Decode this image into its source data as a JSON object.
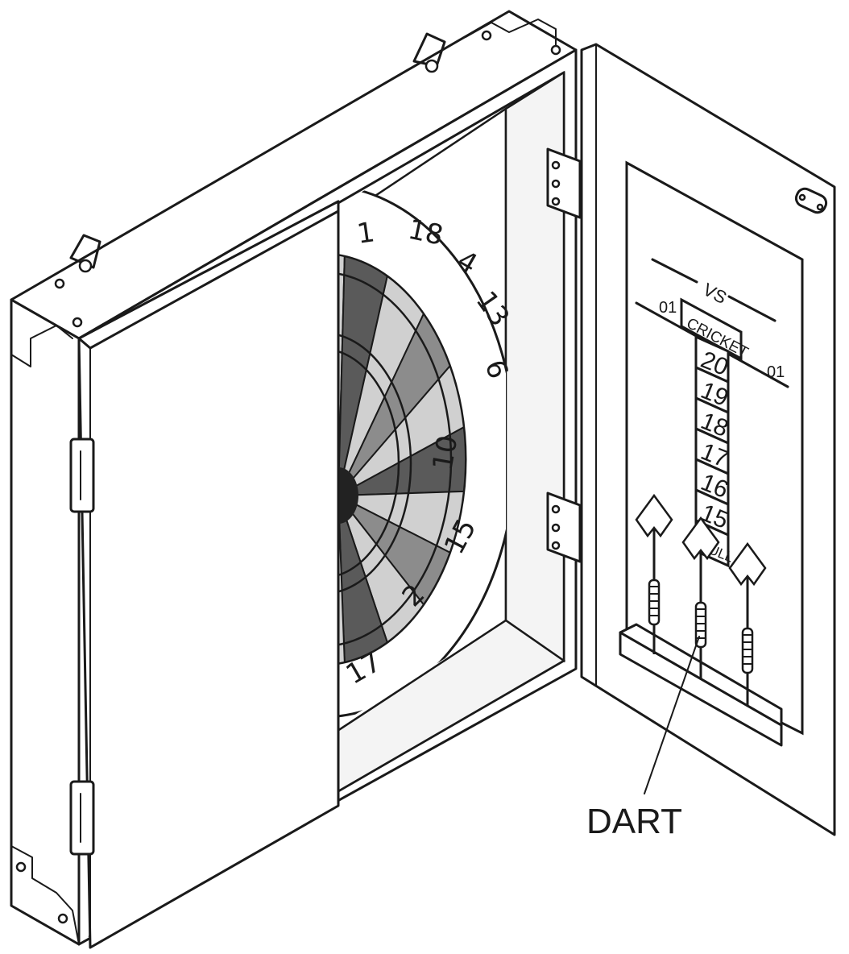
{
  "dartboard_numbers": [
    "1",
    "18",
    "4",
    "13",
    "6",
    "10",
    "15",
    "2",
    "17"
  ],
  "scoreboard": {
    "vs": "VS",
    "left_label": "01",
    "right_label": "01",
    "cricket": "CRICKET",
    "rows": [
      "20",
      "19",
      "18",
      "17",
      "16",
      "15",
      "BULL"
    ]
  },
  "callout_label": "DART",
  "colors": {
    "line": "#1a1a1a",
    "background": "#ffffff",
    "segment_dark": "#5a5a5a",
    "segment_mid": "#8c8c8c",
    "segment_light": "#d0d0d0"
  }
}
